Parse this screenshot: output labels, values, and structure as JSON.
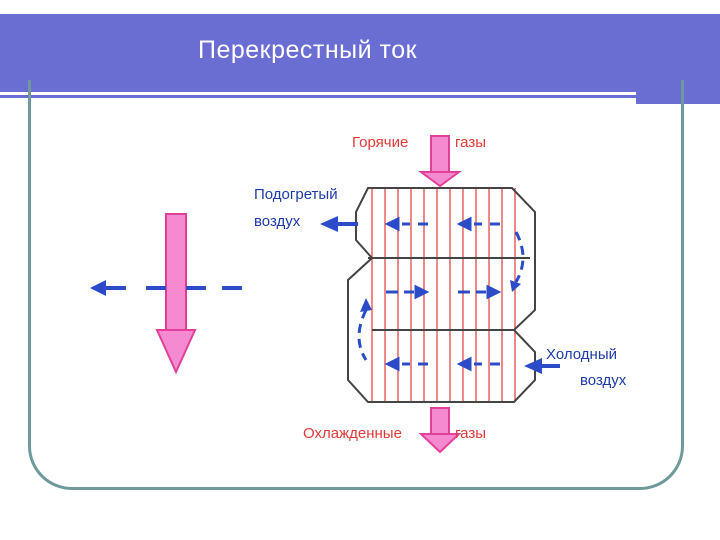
{
  "slide": {
    "title": "Перекрестный ток"
  },
  "diagram": {
    "hot_gases_label_left": "Горячие",
    "hot_gases_label_right": "газы",
    "heated_air_line1": "Подогретый",
    "heated_air_line2": "воздух",
    "cold_air_line1": "Холодный",
    "cold_air_line2": "воздух",
    "cooled_gases_label_left": "Охлажденные",
    "cooled_gases_label_right": "газы"
  },
  "colors": {
    "title_bar": "#6a6dd2",
    "frame": "#6f9a9a",
    "gas_arrow": "#f58ad0",
    "gas_arrow_stroke": "#e0409a",
    "air_arrow": "#2b4bc8",
    "tube_line": "#e23b3b",
    "housing": "#444444",
    "gas_text": "#e03a36",
    "air_text": "#1c3ba8"
  }
}
